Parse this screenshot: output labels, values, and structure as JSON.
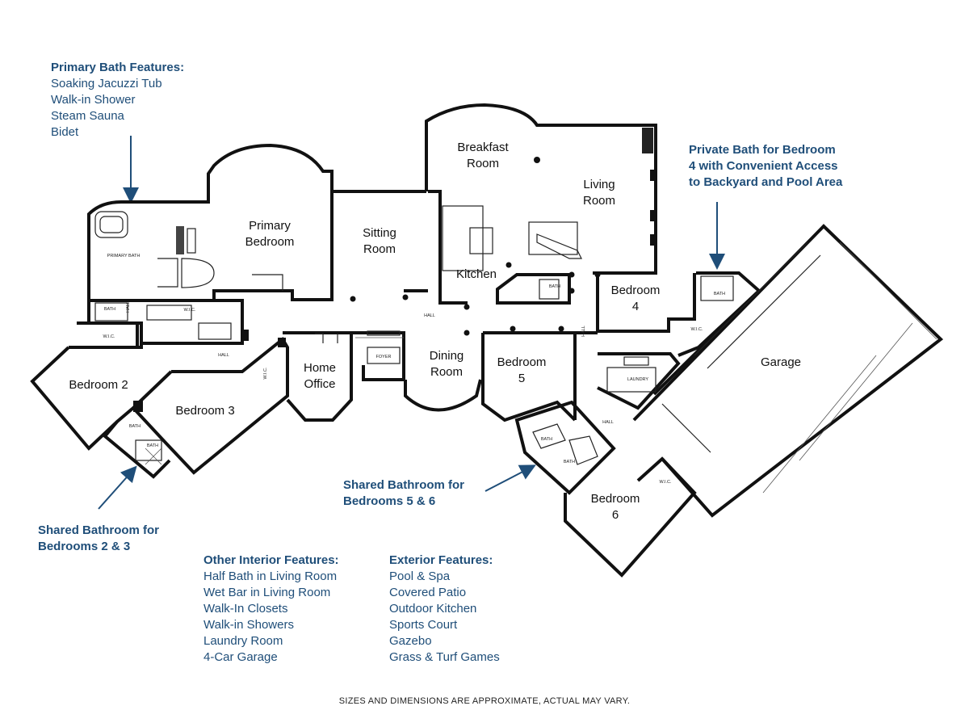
{
  "notes": {
    "primary_bath": {
      "heading": "Primary Bath Features:",
      "items": [
        "Soaking Jacuzzi Tub",
        "Walk-in Shower",
        "Steam Sauna",
        "Bidet"
      ]
    },
    "private_bath": {
      "lines": [
        "Private Bath for Bedroom",
        "4 with Convenient Access",
        "to Backyard and Pool Area"
      ]
    },
    "shared_23": {
      "lines": [
        "Shared Bathroom for",
        "Bedrooms 2 & 3"
      ]
    },
    "shared_56": {
      "lines": [
        "Shared Bathroom for",
        "Bedrooms 5 & 6"
      ]
    },
    "interior": {
      "heading": "Other Interior Features:",
      "items": [
        "Half Bath in Living Room",
        "Wet Bar in Living Room",
        "Walk-In Closets",
        "Walk-in Showers",
        "Laundry Room",
        "4-Car Garage"
      ]
    },
    "exterior": {
      "heading": "Exterior Features:",
      "items": [
        "Pool & Spa",
        "Covered Patio",
        "Outdoor Kitchen",
        "Sports Court",
        "Gazebo",
        "Grass & Turf Games"
      ]
    }
  },
  "rooms": {
    "breakfast": [
      "Breakfast",
      "Room"
    ],
    "living": [
      "Living",
      "Room"
    ],
    "primary_bedroom": [
      "Primary",
      "Bedroom"
    ],
    "sitting": [
      "Sitting",
      "Room"
    ],
    "kitchen": "Kitchen",
    "bedroom4": [
      "Bedroom",
      "4"
    ],
    "garage": "Garage",
    "bedroom2": "Bedroom 2",
    "bedroom3": "Bedroom 3",
    "home_office": [
      "Home",
      "Office"
    ],
    "dining": [
      "Dining",
      "Room"
    ],
    "bedroom5": [
      "Bedroom",
      "5"
    ],
    "bedroom6": [
      "Bedroom",
      "6"
    ]
  },
  "small_labels": {
    "primary_bath": "PRIMARY BATH",
    "hall_vertical": "HALL",
    "bath_a": "BATH",
    "wic_a": "W.I.C.",
    "wic_b": "W.I.C.",
    "hall_a": "HALL",
    "wic_c": "W.I.C.",
    "bath_23a": "BATH",
    "bath_23b": "BATH",
    "foyer": "FOYER",
    "hall_b": "HALL",
    "bath_half": "BATH",
    "hall_c": "HALL",
    "bath_b4": "BATH",
    "wic_b4": "W.I.C.",
    "laundry": "LAUNDRY",
    "hall_d": "HALL",
    "bath_56a": "BATH",
    "bath_56b": "BATH",
    "wic_b6": "W.I.C."
  },
  "disclaimer": "SIZES AND DIMENSIONS ARE APPROXIMATE, ACTUAL MAY VARY.",
  "colors": {
    "accent": "#1f4e79",
    "wall": "#111111"
  }
}
